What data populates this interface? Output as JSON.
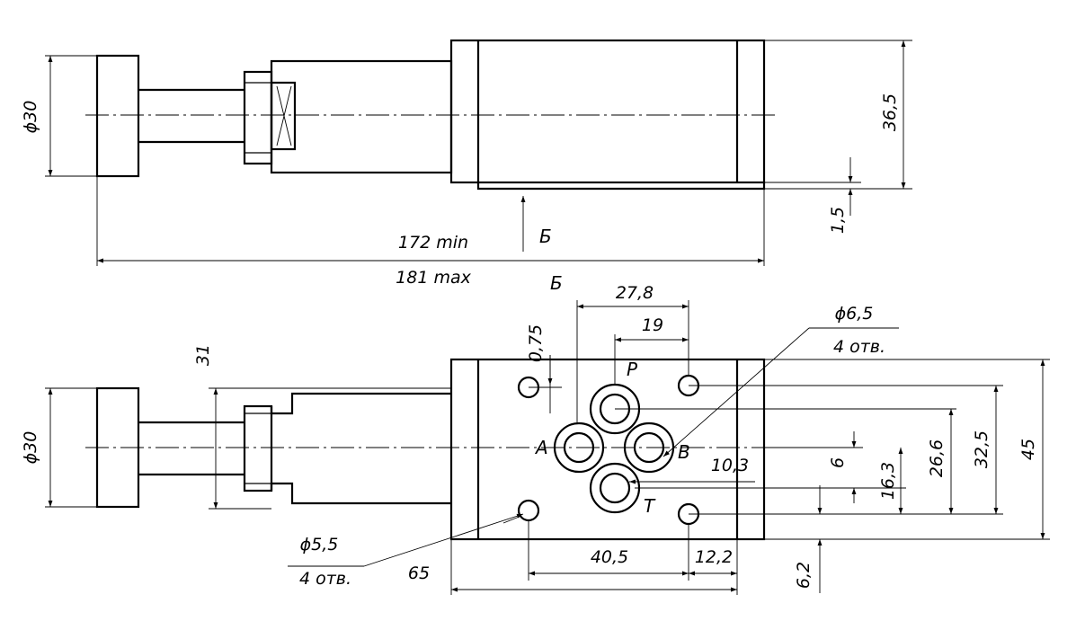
{
  "top_view": {
    "knob_diameter": "ϕ30",
    "height": "36,5",
    "offset": "1,5",
    "length_min": "172 min",
    "length_max": "181 max",
    "section_mark": "Б"
  },
  "bottom_view": {
    "section_mark": "Б",
    "knob_diameter": "ϕ30",
    "body_height_left": "31",
    "dim_27_8": "27,8",
    "dim_19": "19",
    "dim_0_75": "0,75",
    "hole_big": "ϕ6,5",
    "hole_big_count": "4 отв.",
    "hole_small": "ϕ5,5",
    "hole_small_count": "4 отв.",
    "dim_10_3": "10,3",
    "dim_6": "6",
    "dim_16_3": "16,3",
    "dim_26_6": "26,6",
    "dim_32_5": "32,5",
    "dim_45": "45",
    "dim_40_5": "40,5",
    "dim_12_2": "12,2",
    "dim_65": "65",
    "dim_6_2": "6,2",
    "port_p": "P",
    "port_a": "A",
    "port_b": "B",
    "port_t": "T"
  }
}
